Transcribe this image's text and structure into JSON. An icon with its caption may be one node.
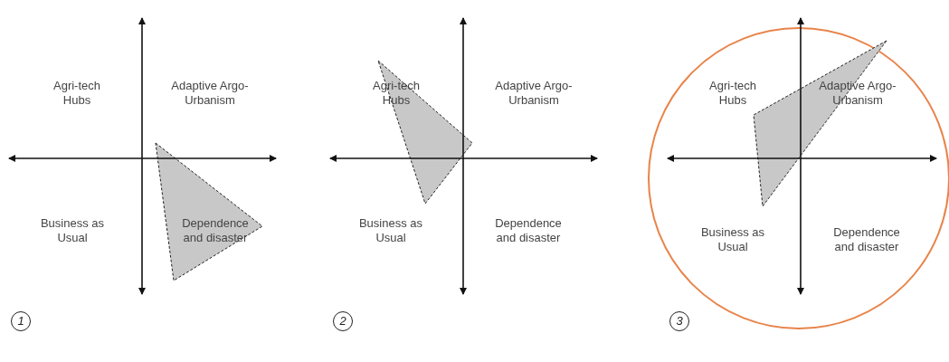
{
  "diagram": {
    "labels": [
      "Agri-tech Hubs",
      "Adaptive Argo-Urbanism",
      "Business as Usual",
      "Dependence and disaster",
      "Agri-tech Hubs",
      "Adaptive Argo-Urbanism",
      "Business as Usual",
      "Dependence and disaster",
      "Agri-tech Hubs",
      "Adaptive Argo-Urbanism",
      "Business as Usual",
      "Dependence and disaster",
      "1",
      "2",
      "3"
    ]
  }
}
